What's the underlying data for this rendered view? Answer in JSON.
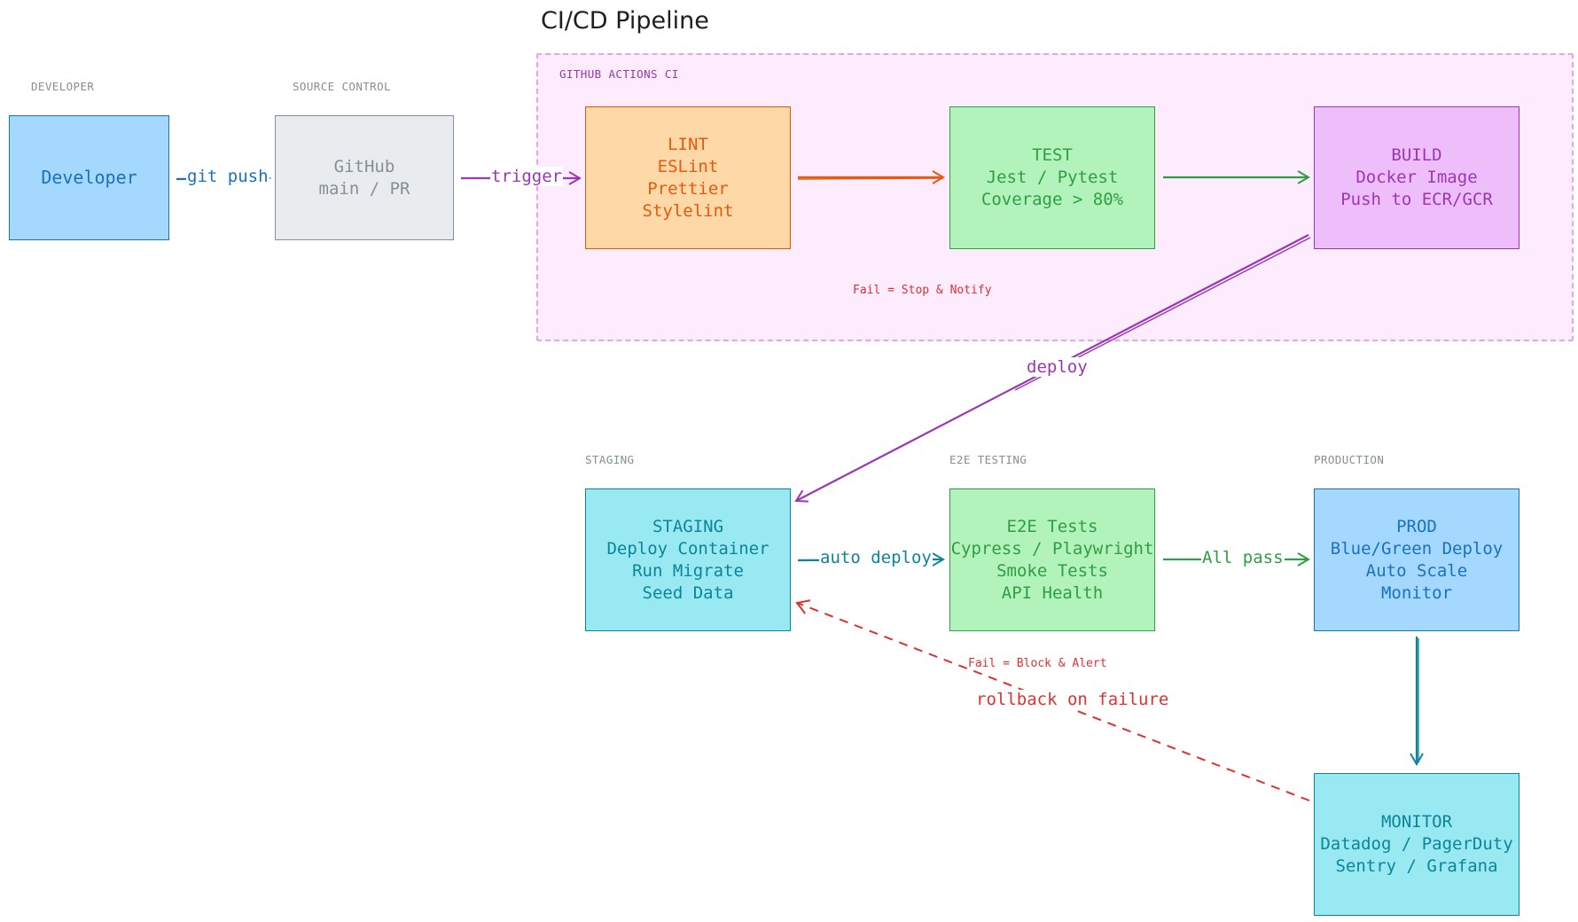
{
  "title": "CI/CD Pipeline",
  "colors": {
    "blue": "#1971c2",
    "gray": "#868e96",
    "purple": "#9c36b5",
    "orange": "#e8590c",
    "green": "#2f9e44",
    "teal": "#0c8599",
    "red": "#e03131"
  },
  "sections": {
    "developer": "DEVELOPER",
    "source_control": "SOURCE CONTROL",
    "ci_group": "GITHUB ACTIONS CI",
    "staging": "STAGING",
    "e2e": "E2E TESTING",
    "production": "PRODUCTION"
  },
  "nodes": {
    "developer": {
      "lines": [
        "Developer"
      ]
    },
    "github": {
      "lines": [
        "GitHub",
        "main / PR"
      ]
    },
    "lint": {
      "lines": [
        "LINT",
        "ESLint",
        "Prettier",
        "Stylelint"
      ]
    },
    "test": {
      "lines": [
        "TEST",
        "Jest / Pytest",
        "Coverage > 80%"
      ]
    },
    "build": {
      "lines": [
        "BUILD",
        "Docker Image",
        "Push to ECR/GCR"
      ]
    },
    "staging": {
      "lines": [
        "STAGING",
        "Deploy Container",
        "Run Migrate",
        "Seed Data"
      ]
    },
    "e2e": {
      "lines": [
        "E2E Tests",
        "Cypress / Playwright",
        "Smoke Tests",
        "API Health"
      ]
    },
    "prod": {
      "lines": [
        "PROD",
        "Blue/Green Deploy",
        "Auto Scale",
        "Monitor"
      ]
    },
    "monitor": {
      "lines": [
        "MONITOR",
        "Datadog / PagerDuty",
        "Sentry / Grafana"
      ]
    }
  },
  "edges": {
    "git_push": "git push",
    "trigger": "trigger",
    "deploy": "deploy",
    "auto_deploy": "auto deploy",
    "all_pass": "All pass",
    "rollback": "rollback on failure"
  },
  "notes": {
    "ci_fail": "Fail = Stop & Notify",
    "e2e_fail": "Fail = Block & Alert"
  }
}
